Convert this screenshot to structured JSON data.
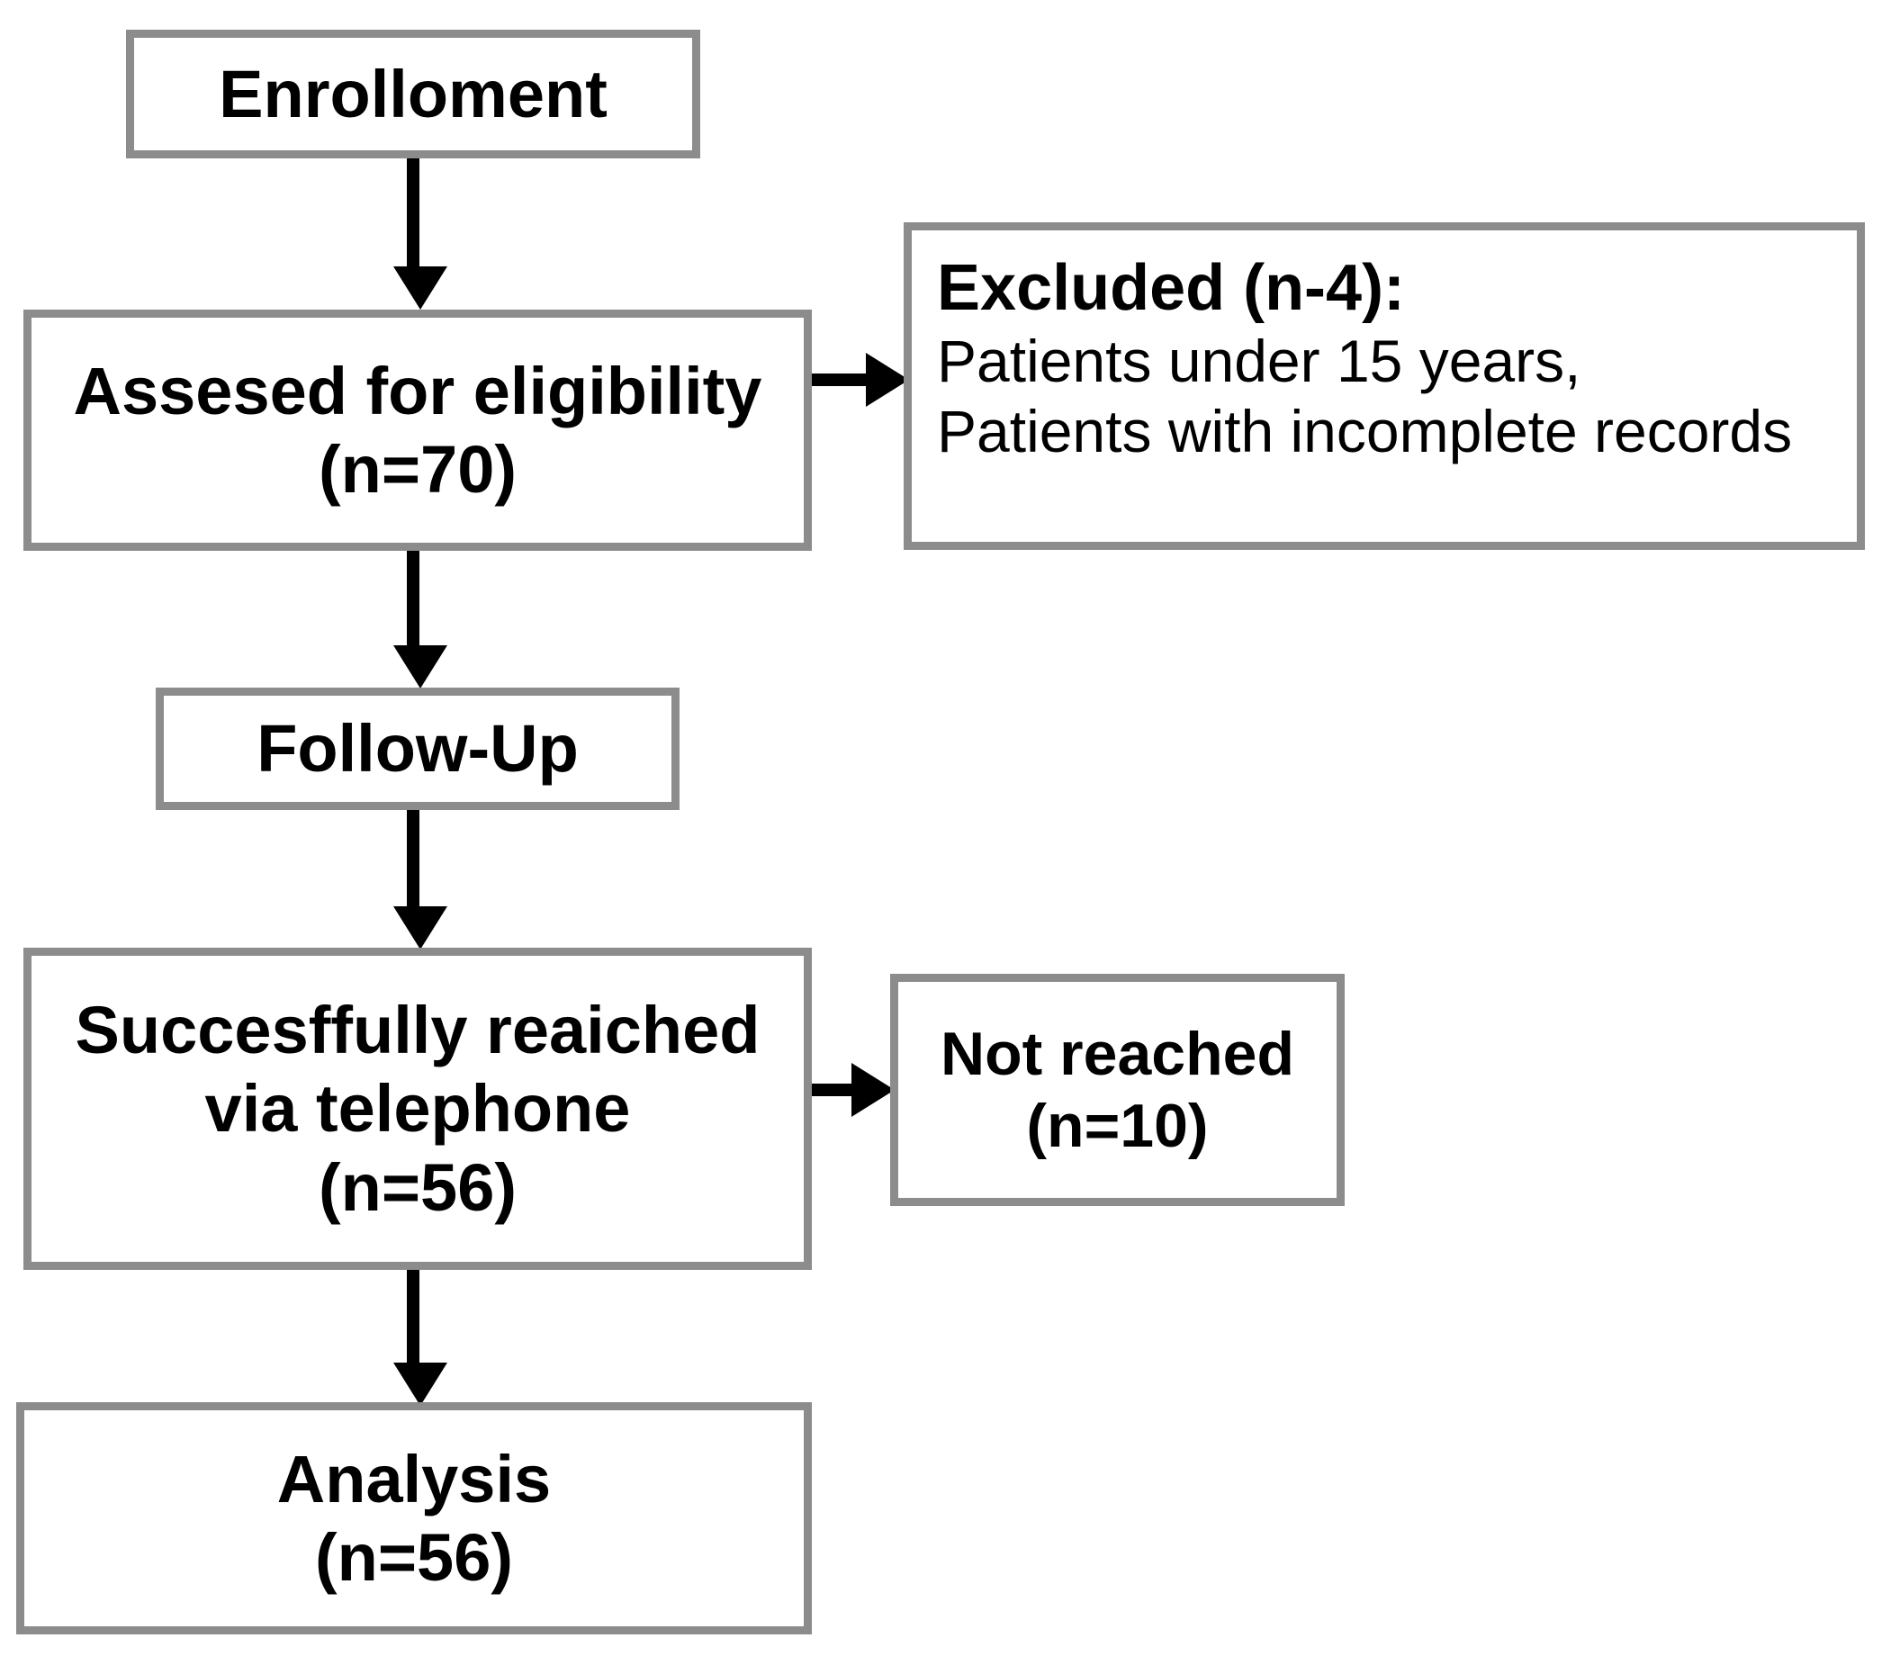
{
  "diagram": {
    "title": "CONSORT-style participant flow diagram",
    "border_color": "#8c8c8c",
    "arrow_color": "#000000",
    "background_color": "#ffffff"
  },
  "nodes": {
    "enrollment": {
      "label": "Enrolloment",
      "lines": [
        "Enrolloment"
      ]
    },
    "eligibility": {
      "lines": [
        "Assesed for eligibility",
        "(n=70)"
      ],
      "line1": "Assesed for eligibility",
      "line2": "(n=70)",
      "count": 70
    },
    "excluded": {
      "header": "Excluded (n-4):",
      "line1": "Patients under 15 years,",
      "line2": "Patients with incomplete records",
      "count": 4
    },
    "followup": {
      "label": "Follow-Up"
    },
    "reached": {
      "line1": "Succesffully reaiched",
      "line2": "via telephone",
      "line3": "(n=56)",
      "count": 56
    },
    "not_reached": {
      "line1": "Not reached",
      "line2": "(n=10)",
      "count": 10
    },
    "analysis": {
      "line1": "Analysis",
      "line2": "(n=56)",
      "count": 56
    }
  },
  "connectors": [
    {
      "name": "enrollment-to-eligibility",
      "direction": "down"
    },
    {
      "name": "eligibility-to-excluded",
      "direction": "right"
    },
    {
      "name": "eligibility-to-followup",
      "direction": "down"
    },
    {
      "name": "followup-to-reached",
      "direction": "down"
    },
    {
      "name": "reached-to-not-reached",
      "direction": "right"
    },
    {
      "name": "reached-to-analysis",
      "direction": "down"
    }
  ]
}
